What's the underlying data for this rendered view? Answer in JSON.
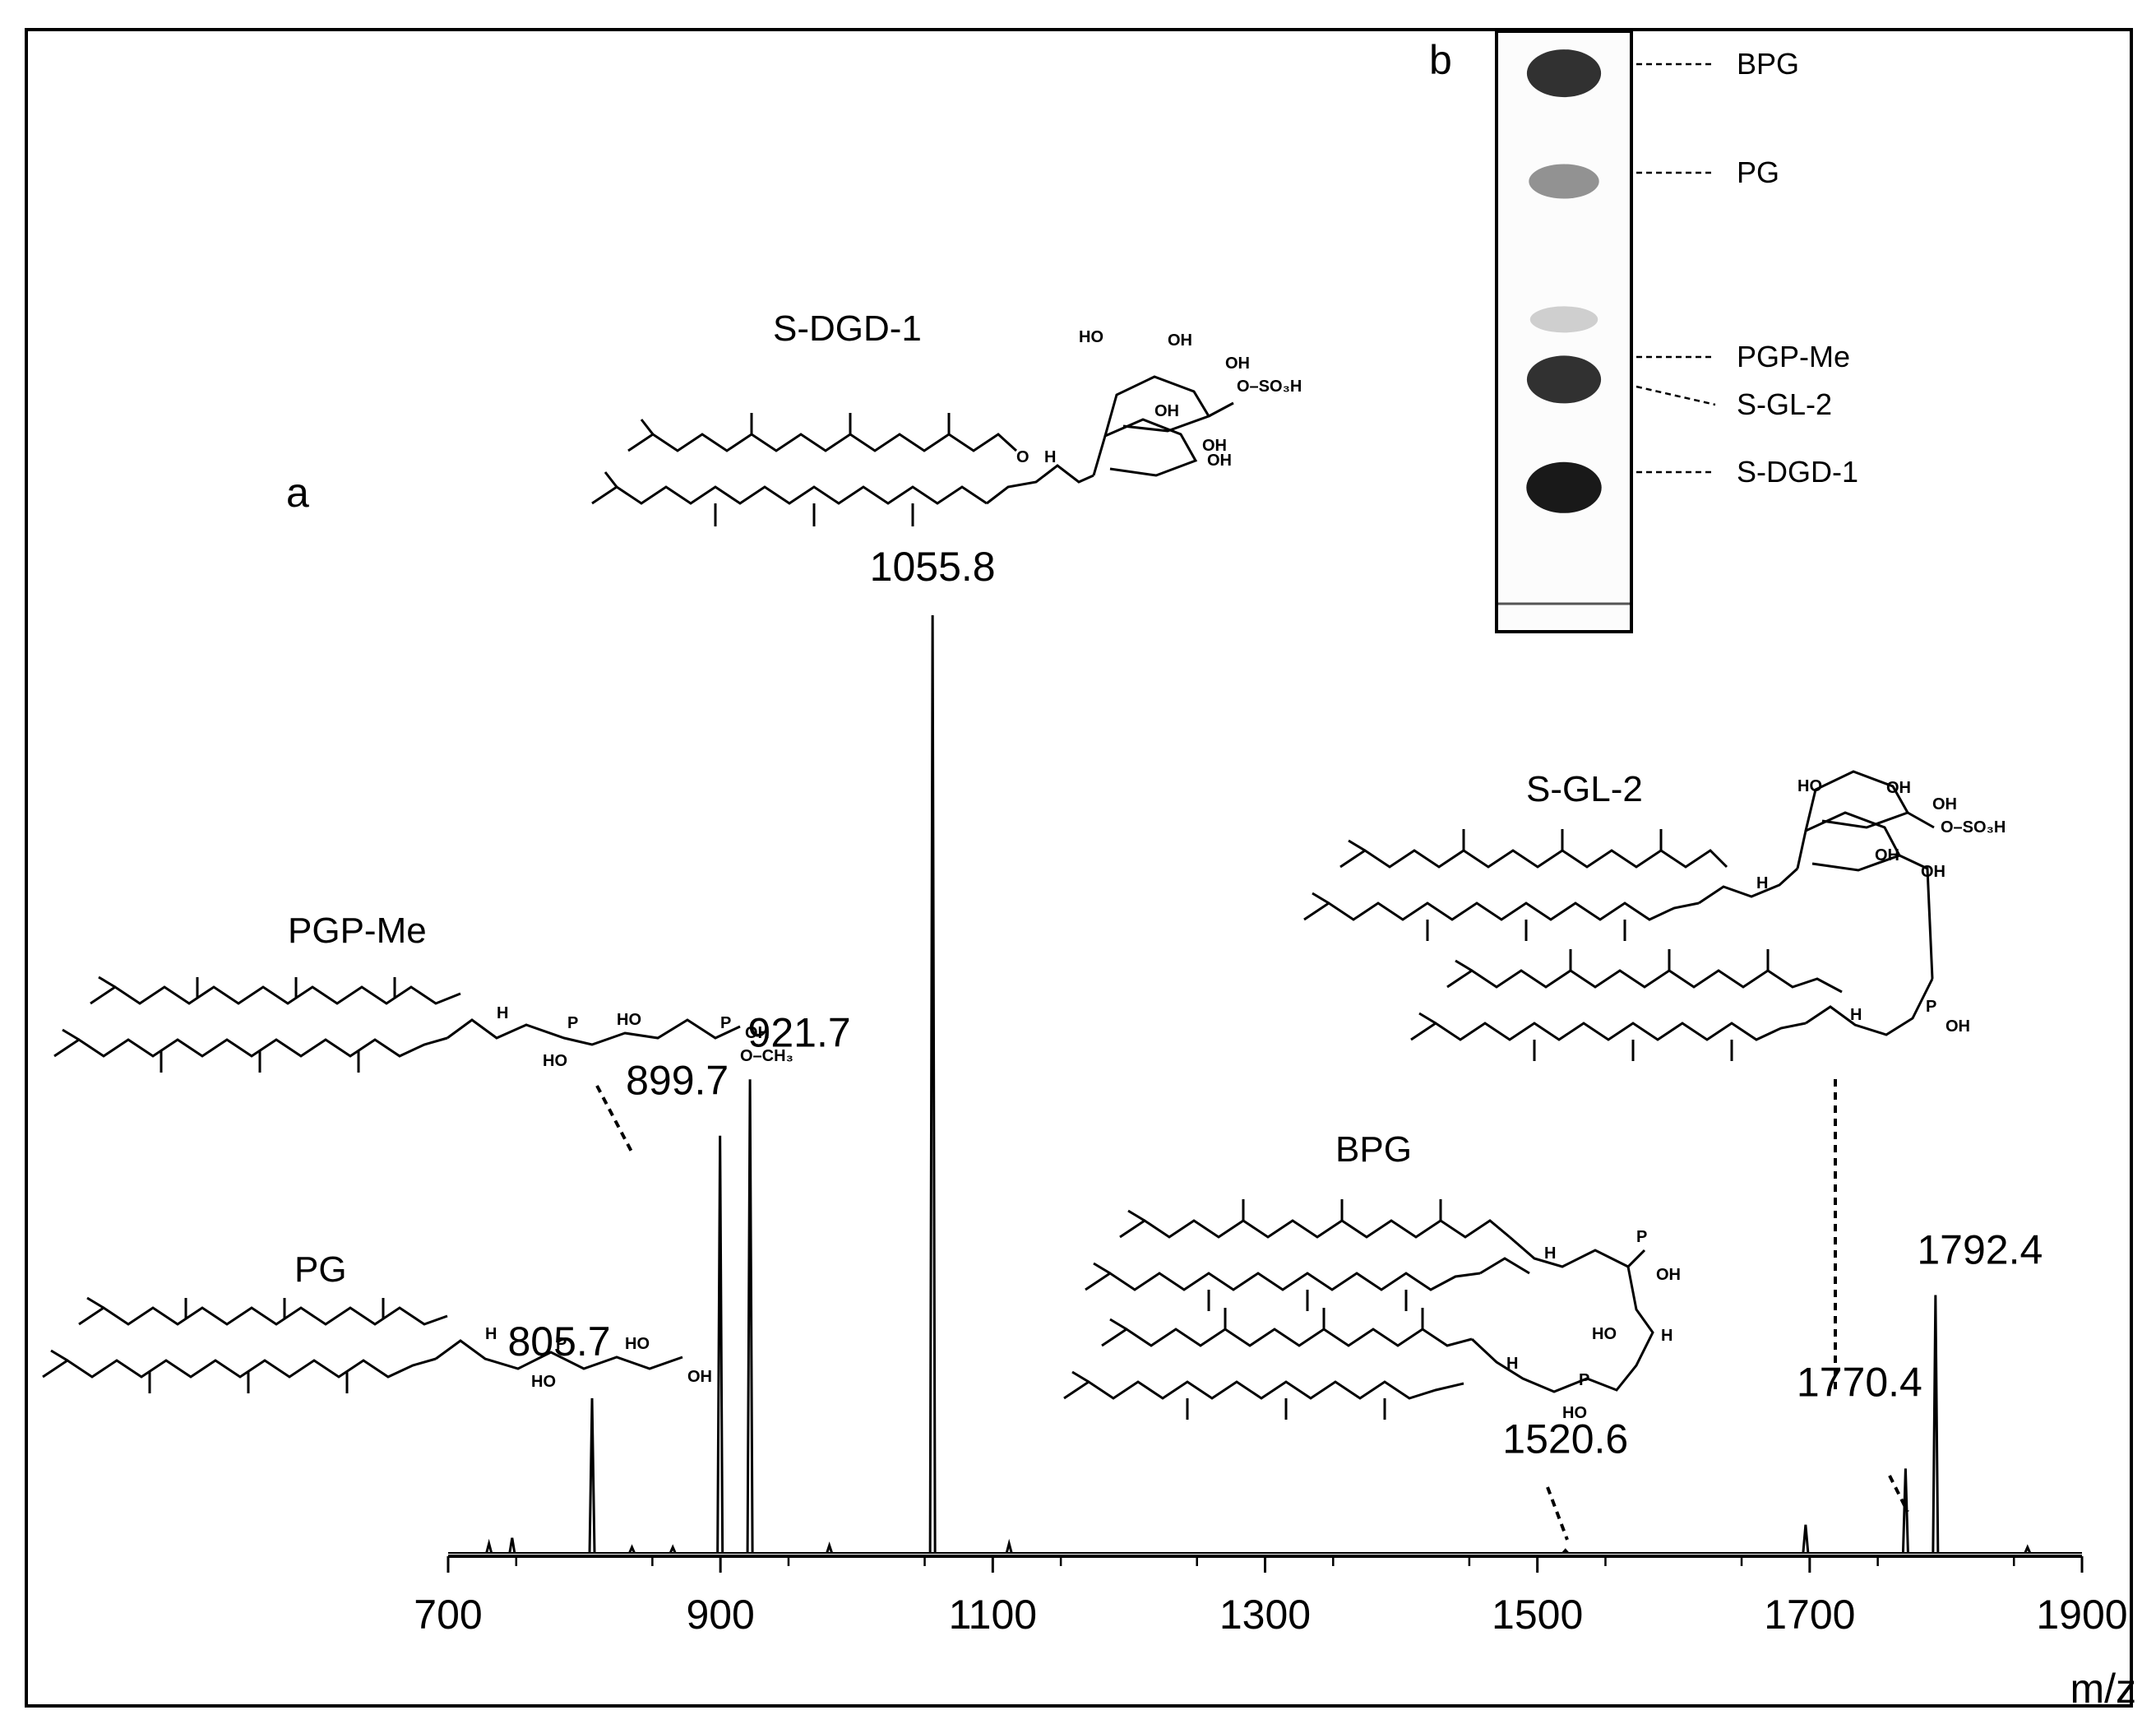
{
  "panels": {
    "a": "a",
    "b": "b"
  },
  "chart_data": {
    "type": "line",
    "xlabel": "m/z",
    "ylabel": "",
    "xlim": [
      700,
      1900
    ],
    "ylim": [
      0,
      100
    ],
    "x_ticks": [
      700,
      900,
      1100,
      1300,
      1500,
      1700,
      1900
    ],
    "x_tick_labels": [
      "700",
      "900",
      "1100",
      "1300",
      "1500",
      "1700",
      "1900"
    ],
    "grid": false,
    "peaks": [
      {
        "x": 730,
        "y": 1.0
      },
      {
        "x": 747,
        "y": 1.6
      },
      {
        "x": 805.7,
        "y": 16.5,
        "label": "805.7"
      },
      {
        "x": 835,
        "y": 0.6
      },
      {
        "x": 865,
        "y": 0.6
      },
      {
        "x": 899.7,
        "y": 44.5,
        "label": "899.7"
      },
      {
        "x": 921.7,
        "y": 50.5,
        "label": "921.7"
      },
      {
        "x": 980,
        "y": 0.8
      },
      {
        "x": 1055.8,
        "y": 100,
        "label": "1055.8"
      },
      {
        "x": 1112,
        "y": 1.0
      },
      {
        "x": 1520.6,
        "y": 0.3,
        "label": "1520.6"
      },
      {
        "x": 1697,
        "y": 3.0
      },
      {
        "x": 1770.4,
        "y": 9.0,
        "label": "1770.4"
      },
      {
        "x": 1792.4,
        "y": 27.5,
        "label": "1792.4"
      },
      {
        "x": 1860,
        "y": 0.6
      }
    ],
    "annotations": [
      "S-DGD-1",
      "PGP-Me",
      "PG",
      "BPG",
      "S-GL-2"
    ]
  },
  "gel": {
    "bands": [
      {
        "label": "BPG",
        "position": 0.07,
        "intensity": 0.85
      },
      {
        "label": "PG",
        "position": 0.25,
        "intensity": 0.45
      },
      {
        "label": "",
        "position": 0.48,
        "intensity": 0.2
      },
      {
        "label": "PGP-Me",
        "position": 0.58,
        "intensity": 0.85
      },
      {
        "label": "S-GL-2",
        "position": 0.58,
        "intensity": 0
      },
      {
        "label": "S-DGD-1",
        "position": 0.76,
        "intensity": 0.95
      }
    ]
  },
  "structures": {
    "sulfate": "O–SO₃H",
    "ho": "HO",
    "oh": "OH",
    "h": "H",
    "o": "O",
    "p": "P",
    "methyl": "O–CH₃"
  }
}
